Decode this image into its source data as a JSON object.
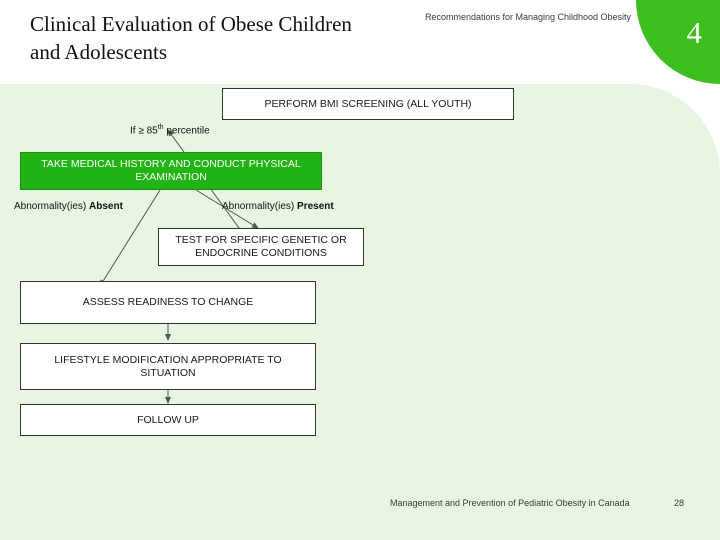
{
  "header": {
    "title": "Clinical Evaluation of Obese Children and Adolescents",
    "subtitle": "Recommendations for Managing Childhood Obesity",
    "corner_number": "4",
    "accent_color": "#3dbf1e",
    "panel_color": "#e8f5e2"
  },
  "flowchart": {
    "nodes": [
      {
        "id": "screening",
        "label": "PERFORM BMI SCREENING (ALL YOUTH)",
        "style": "white"
      },
      {
        "id": "history",
        "label": "TAKE MEDICAL HISTORY AND CONDUCT PHYSICAL EXAMINATION",
        "style": "green"
      },
      {
        "id": "genetic",
        "label": "TEST FOR SPECIFIC GENETIC OR ENDOCRINE CONDITIONS",
        "style": "white"
      },
      {
        "id": "readiness",
        "label": "ASSESS READINESS TO CHANGE",
        "style": "white"
      },
      {
        "id": "lifestyle",
        "label": "LIFESTYLE MODIFICATION APPROPRIATE TO SITUATION",
        "style": "white"
      },
      {
        "id": "followup",
        "label": "FOLLOW UP",
        "style": "white"
      }
    ],
    "edge_labels": [
      {
        "id": "percentile",
        "prefix": "If ≥ 85",
        "sup": "th",
        "suffix": " percentile"
      },
      {
        "id": "absent",
        "prefix": "Abnormality(ies) ",
        "strong": "Absent"
      },
      {
        "id": "present",
        "prefix": "Abnormality(ies) ",
        "strong": "Present"
      }
    ]
  },
  "footer": {
    "source": "Management and Prevention of Pediatric Obesity in Canada",
    "page": "28"
  }
}
